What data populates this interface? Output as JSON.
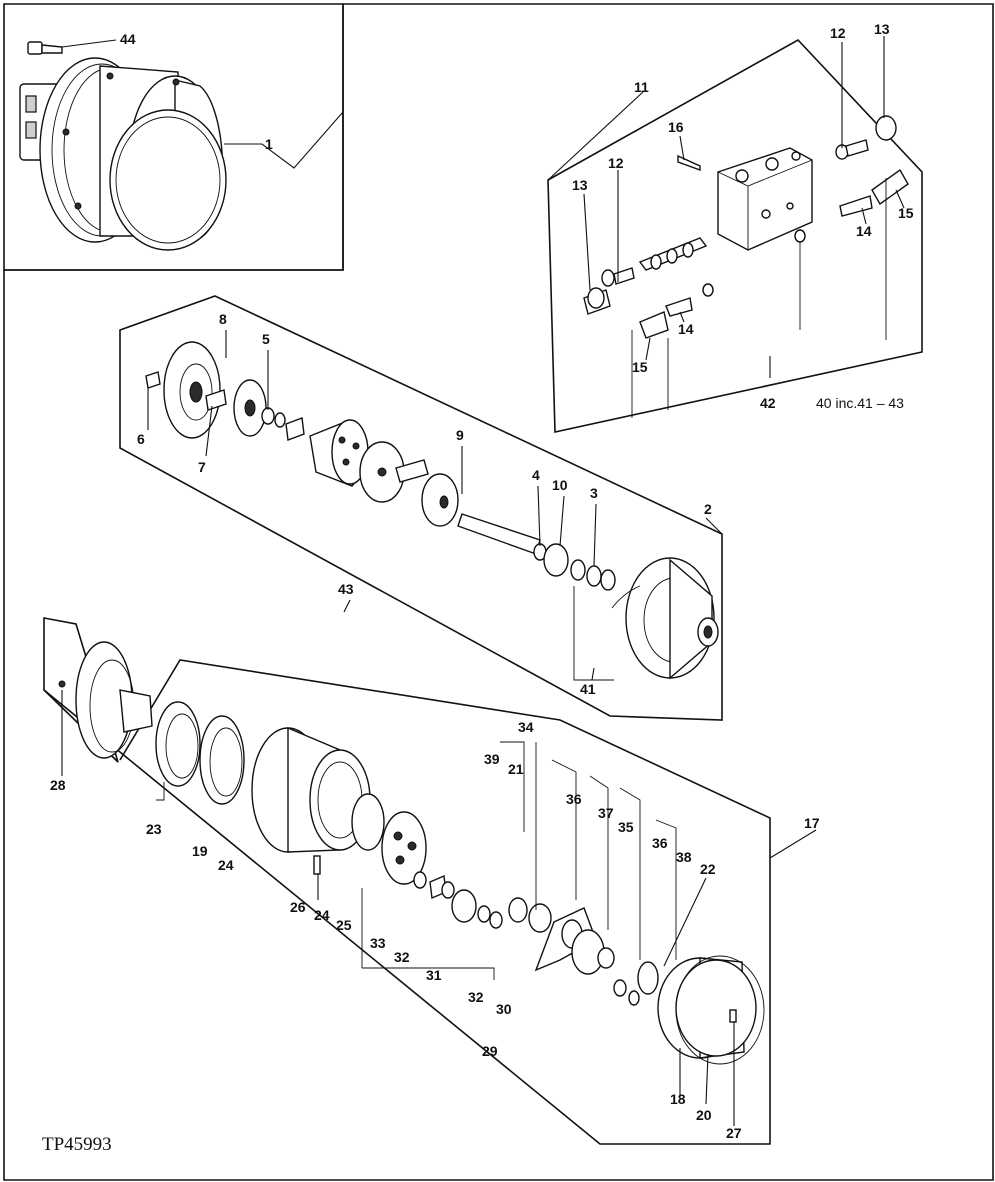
{
  "drawing_id": "TP45993",
  "note": "40   inc.41 – 43",
  "labels": {
    "l44": "44",
    "l1": "1",
    "l11": "11",
    "l12a": "12",
    "l13a": "13",
    "l16": "16",
    "l12b": "12",
    "l13b": "13",
    "l14a": "14",
    "l15a": "15",
    "l14b": "14",
    "l15b": "15",
    "l42": "42",
    "l8": "8",
    "l5": "5",
    "l6": "6",
    "l7": "7",
    "l9": "9",
    "l4": "4",
    "l10": "10",
    "l3": "3",
    "l2": "2",
    "l43": "43",
    "l41": "41",
    "l34": "34",
    "l39": "39",
    "l21": "21",
    "l36a": "36",
    "l37": "37",
    "l35": "35",
    "l36b": "36",
    "l38": "38",
    "l22": "22",
    "l17": "17",
    "l28": "28",
    "l23": "23",
    "l19": "19",
    "l24a": "24",
    "l26": "26",
    "l24b": "24",
    "l25": "25",
    "l33": "33",
    "l32a": "32",
    "l31": "31",
    "l32b": "32",
    "l30": "30",
    "l29": "29",
    "l18": "18",
    "l20": "20",
    "l27": "27"
  }
}
